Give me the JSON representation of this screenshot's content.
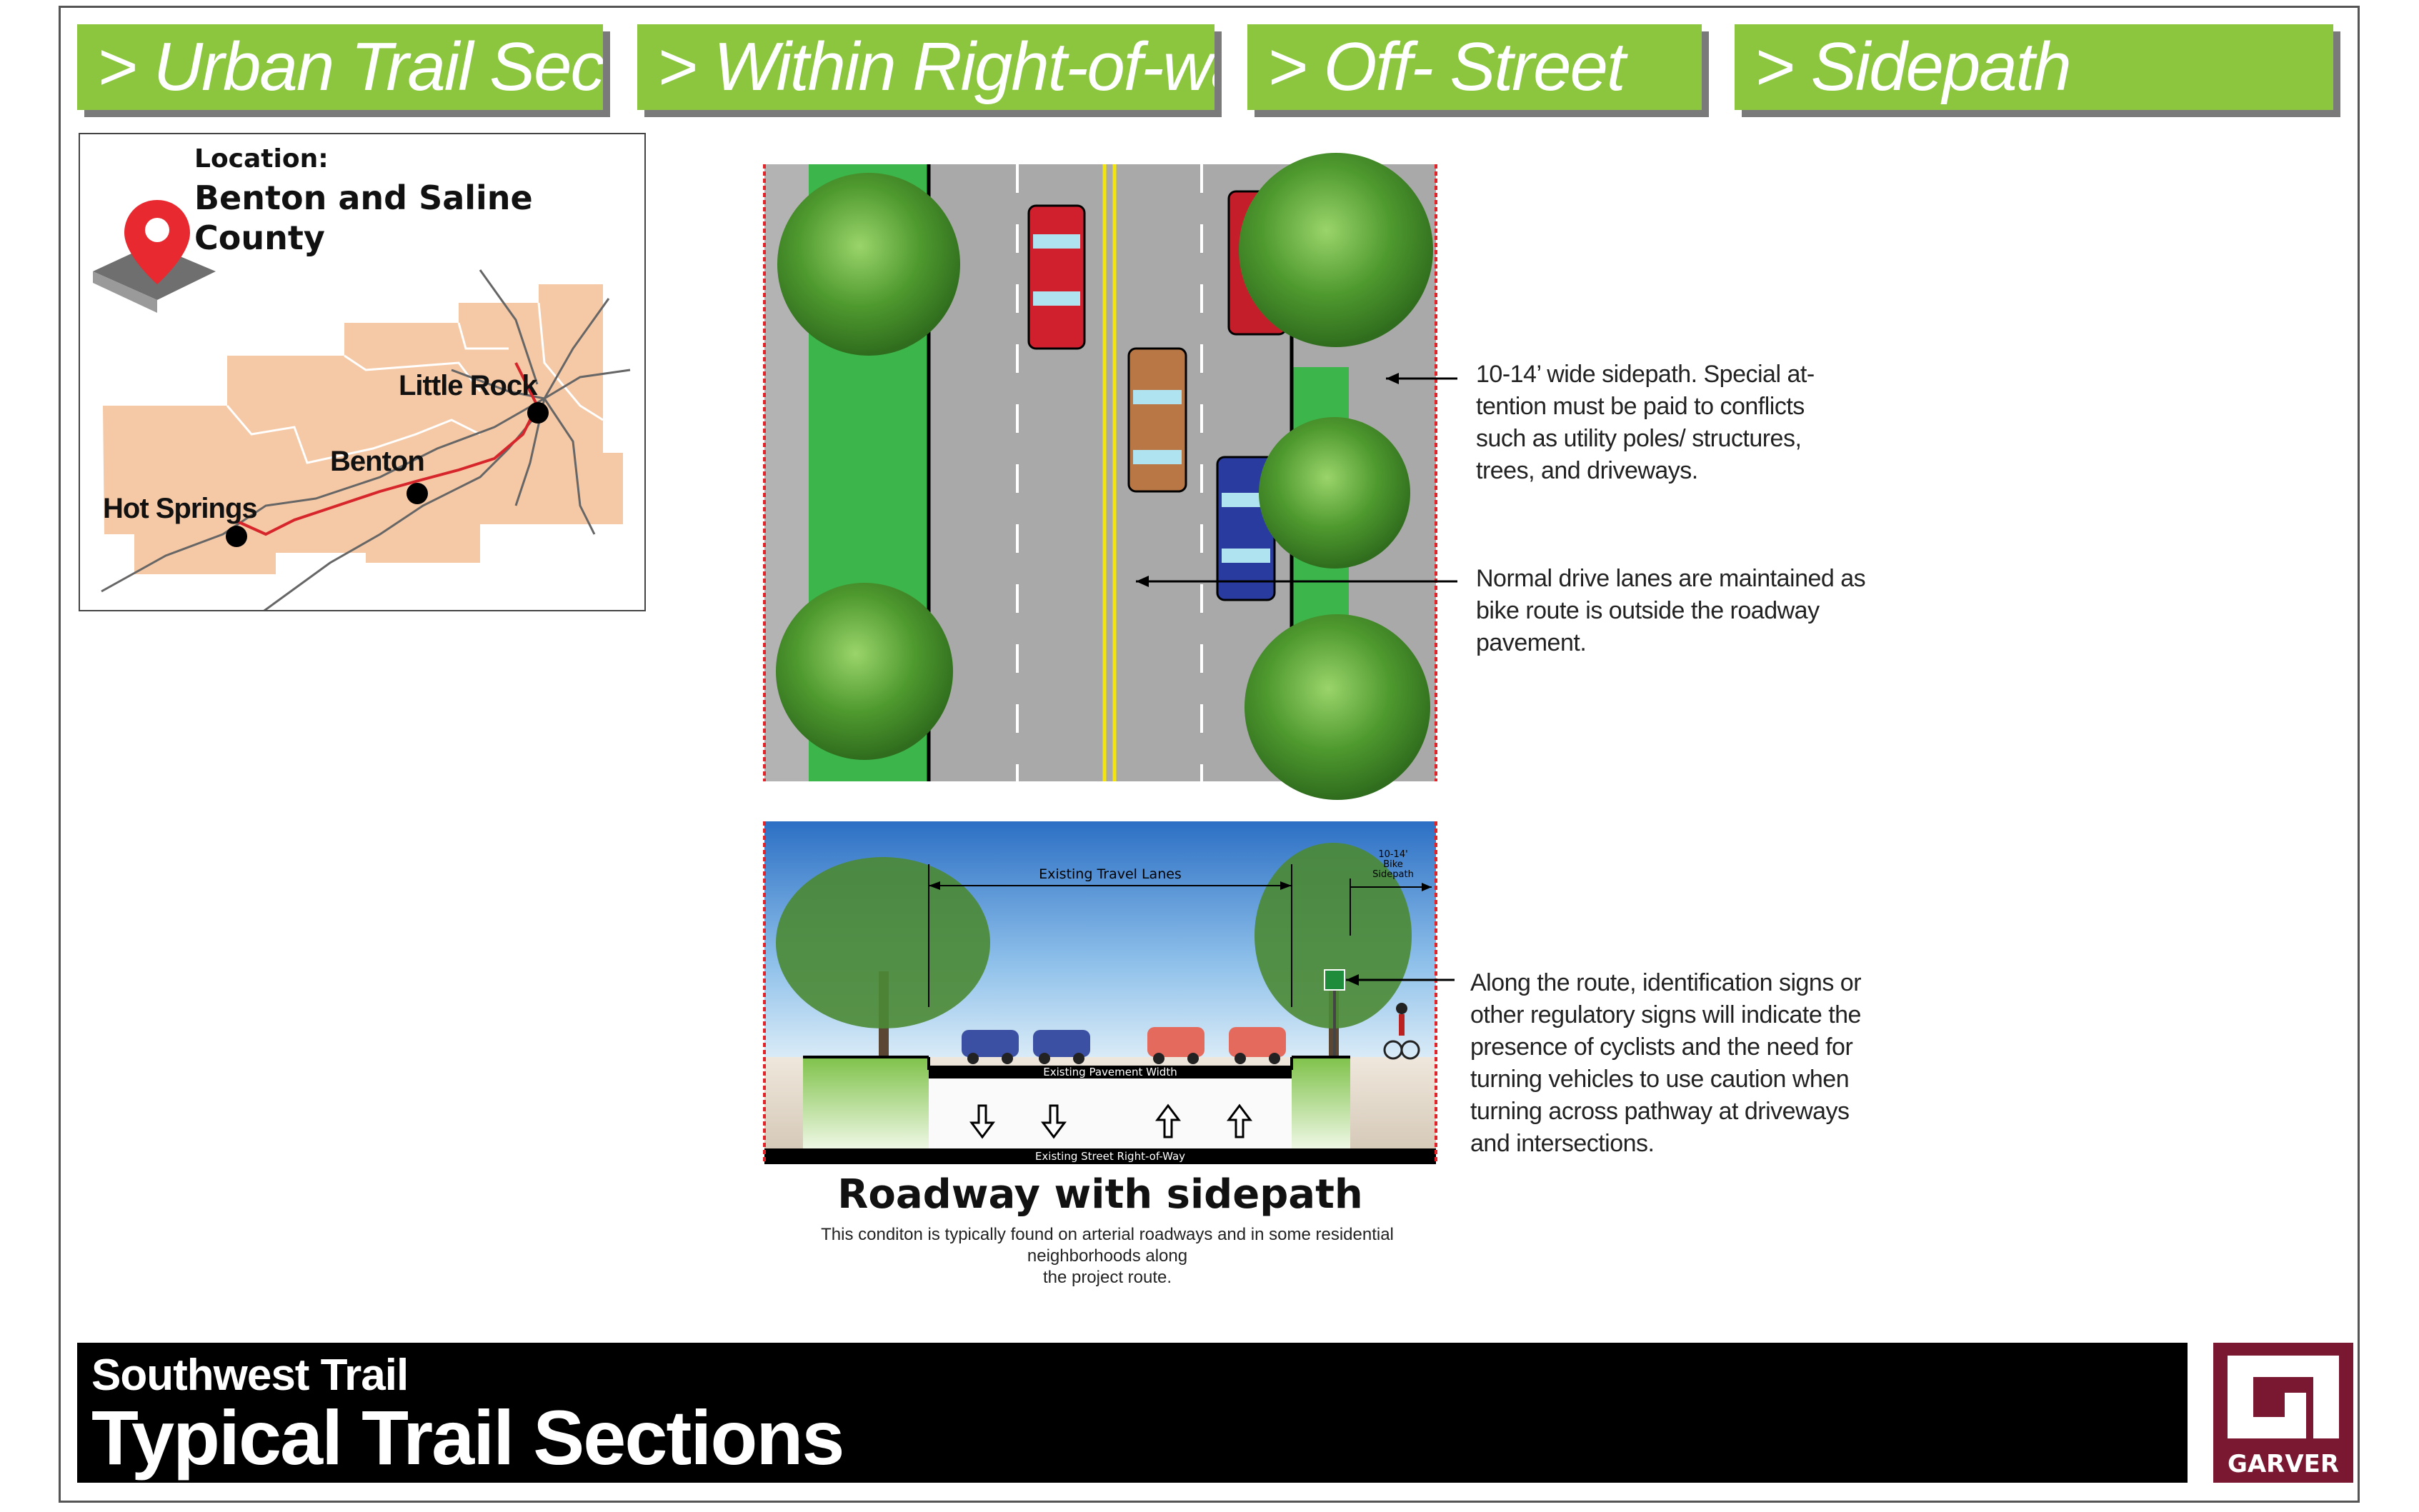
{
  "header": {
    "tabs": [
      {
        "label": "> Urban Trail Section"
      },
      {
        "label": "> Within Right-of-way"
      },
      {
        "label": "> Off- Street"
      },
      {
        "label": "> Sidepath"
      }
    ]
  },
  "location": {
    "label": "Location:",
    "name_line1": "Benton and Saline",
    "name_line2": "County",
    "cities": [
      "Little Rock",
      "Benton",
      "Hot Springs"
    ]
  },
  "diagram": {
    "section_labels": {
      "travel_lanes": "Existing Travel Lanes",
      "sidepath_line1": "10-14'",
      "sidepath_line2": "Bike",
      "sidepath_line3": "Sidepath",
      "pavement_width": "Existing Pavement Width",
      "right_of_way": "Existing Street Right-of-Way"
    },
    "colors": {
      "grass": "#3cb54a",
      "road": "#a8a8a8",
      "centerline": "#f4e50c",
      "tab_green": "#8cc63f",
      "row_line": "#e0242a"
    }
  },
  "notes": {
    "sidepath": [
      "10-14’ wide sidepath.  Special at-",
      "tention must be paid to conflicts",
      "such as utility poles/ structures,",
      "trees, and driveways."
    ],
    "drive_lanes": [
      "Normal drive lanes are maintained as",
      "bike route is outside the roadway",
      "pavement."
    ],
    "signs": [
      "Along the route, identification signs or",
      "other regulatory signs will indicate the",
      "presence of cyclists and the need for",
      "turning vehicles to use caution when",
      "turning across pathway at driveways",
      "and intersections."
    ]
  },
  "section": {
    "title": "Roadway with sidepath",
    "description_line1": "This conditon is typically found on arterial roadways and in some residential neighborhoods along",
    "description_line2": "the project route."
  },
  "footer": {
    "subtitle": "Southwest Trail",
    "title": "Typical Trail Sections"
  },
  "logo": {
    "word": "GARVER",
    "color": "#7b1831"
  }
}
